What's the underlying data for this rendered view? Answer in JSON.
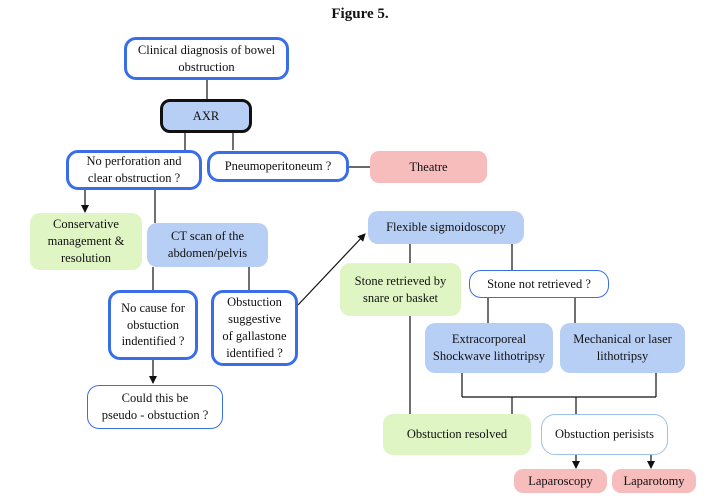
{
  "figure_title": "Figure 5.",
  "nodes": {
    "clinical_diagnosis": "Clinical diagnosis of bowel\nobstruction",
    "axr": "AXR",
    "no_perforation": "No perforation  and\nclear obstruction ?",
    "pneumoperitoneum": "Pneumoperitoneum ?",
    "theatre": "Theatre",
    "conservative": "Conservative\nmanagement &\nresolution",
    "ct_scan": "CT scan of the\nabdomen/pelvis",
    "flexible_sigmoidoscopy": "Flexible sigmoidoscopy",
    "stone_retrieved": "Stone retrieved by\nsnare or basket",
    "stone_not_retrieved": "Stone not retrieved ?",
    "no_cause": "No cause for\nobstuction\nindentified ?",
    "gallstone": "Obstuction\nsuggestive\nof gallastone\nidentified ?",
    "eswl": "Extracorporeal\nShockwave lithotripsy",
    "mechanical": "Mechanical or laser\nlithotripsy",
    "pseudo": "Could this be\npseudo - obstuction ?",
    "resolved": "Obstuction resolved",
    "persists": "Obstuction perisists",
    "laparoscopy": "Laparoscopy",
    "laparotomy": "Laparotomy"
  },
  "colors": {
    "border_blue": "#3a6ee8",
    "fill_blue": "#b8cff5",
    "fill_green": "#dff5c4",
    "fill_pink": "#f7bcbc",
    "line": "#111111"
  }
}
